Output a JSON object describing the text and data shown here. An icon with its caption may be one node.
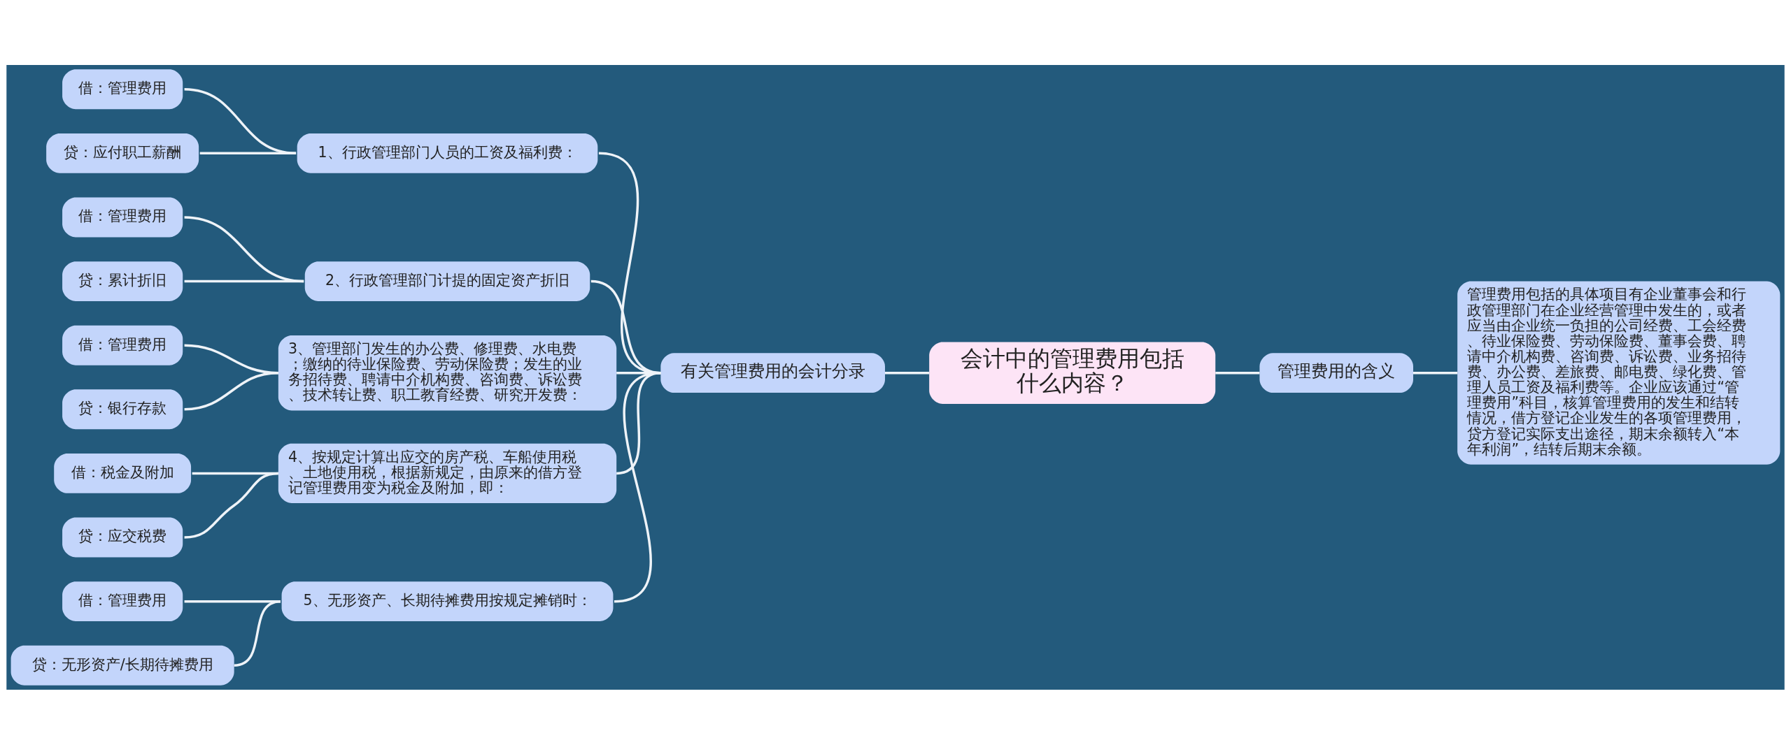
{
  "diagram": {
    "nodes": [
      {
        "text": [
          "会计中的管理费用包括什么内容？"
        ]
      },
      {
        "text": [
          "有关管理费用的会计分录"
        ]
      },
      {
        "text": [
          "1、行政管理部门人员的工资及福利费："
        ]
      },
      {
        "text": [
          "借：管理费用"
        ]
      },
      {
        "text": [
          "贷：应付职工薪酬"
        ]
      },
      {
        "text": [
          "2、行政管理部门计提的固定资产折旧"
        ]
      },
      {
        "text": [
          "借：管理费用"
        ]
      },
      {
        "text": [
          "贷：累计折旧"
        ]
      },
      {
        "text": [
          "3、管理部门发生的办公费、修理费、水电费；缴纳的待业保险费、劳动保险费；发生的业务招待费、聘请中介机构费、咨询费、诉讼费、技术转让费、职工教育经费、研究开发费："
        ]
      },
      {
        "text": [
          "借：管理费用"
        ]
      },
      {
        "text": [
          "贷：银行存款"
        ]
      },
      {
        "text": [
          "4、按规定计算出应交的房产税、车船使用税、土地使用税，根据新规定，由原来的借方登记管理费用变为税金及附加，即："
        ]
      },
      {
        "text": [
          "借：税金及附加"
        ]
      },
      {
        "text": [
          "贷：应交税费"
        ]
      },
      {
        "text": [
          "5、无形资产、长期待摊费用按规定摊销时："
        ]
      },
      {
        "text": [
          "借：管理费用"
        ]
      },
      {
        "text": [
          "贷：无形资产/长期待摊费用"
        ]
      },
      {
        "text": [
          "管理费用的含义"
        ]
      },
      {
        "text": [
          "管理费用包括的具体项目有企业董事会和行政管理部门在企业经营管理中发生的，或者应当由企业统一负担的公司经费、工会经费、待业保险费、劳动保险费、董事会费、聘请中介机构费、咨询费、诉讼费、业务招待费、办公费、差旅费、邮电费、绿化费、管理人员工资及福利费等。企业应该通过“管理费用”科目，核算管理费用的发生和结转情况，借方登记企业发生的各项管理费用，贷方登记实际支出途径，期末余额转入“本年利润”，结转后期末余额。"
        ]
      }
    ],
    "edges": [
      {
        "from": 0,
        "to": 1,
        "arrow": "none"
      },
      {
        "from": 1,
        "to": 2,
        "arrow": "none"
      },
      {
        "from": 2,
        "to": 3,
        "arrow": "none"
      },
      {
        "from": 2,
        "to": 4,
        "arrow": "none"
      },
      {
        "from": 1,
        "to": 5,
        "arrow": "none"
      },
      {
        "from": 5,
        "to": 6,
        "arrow": "none"
      },
      {
        "from": 5,
        "to": 7,
        "arrow": "none"
      },
      {
        "from": 1,
        "to": 8,
        "arrow": "none"
      },
      {
        "from": 8,
        "to": 9,
        "arrow": "none"
      },
      {
        "from": 8,
        "to": 10,
        "arrow": "none"
      },
      {
        "from": 1,
        "to": 11,
        "arrow": "none"
      },
      {
        "from": 11,
        "to": 12,
        "arrow": "none"
      },
      {
        "from": 11,
        "to": 13,
        "arrow": "none"
      },
      {
        "from": 1,
        "to": 14,
        "arrow": "none"
      },
      {
        "from": 14,
        "to": 15,
        "arrow": "none"
      },
      {
        "from": 14,
        "to": 16,
        "arrow": "none"
      },
      {
        "from": 0,
        "to": 17,
        "arrow": "none"
      },
      {
        "from": 17,
        "to": 18,
        "arrow": "none"
      }
    ]
  }
}
